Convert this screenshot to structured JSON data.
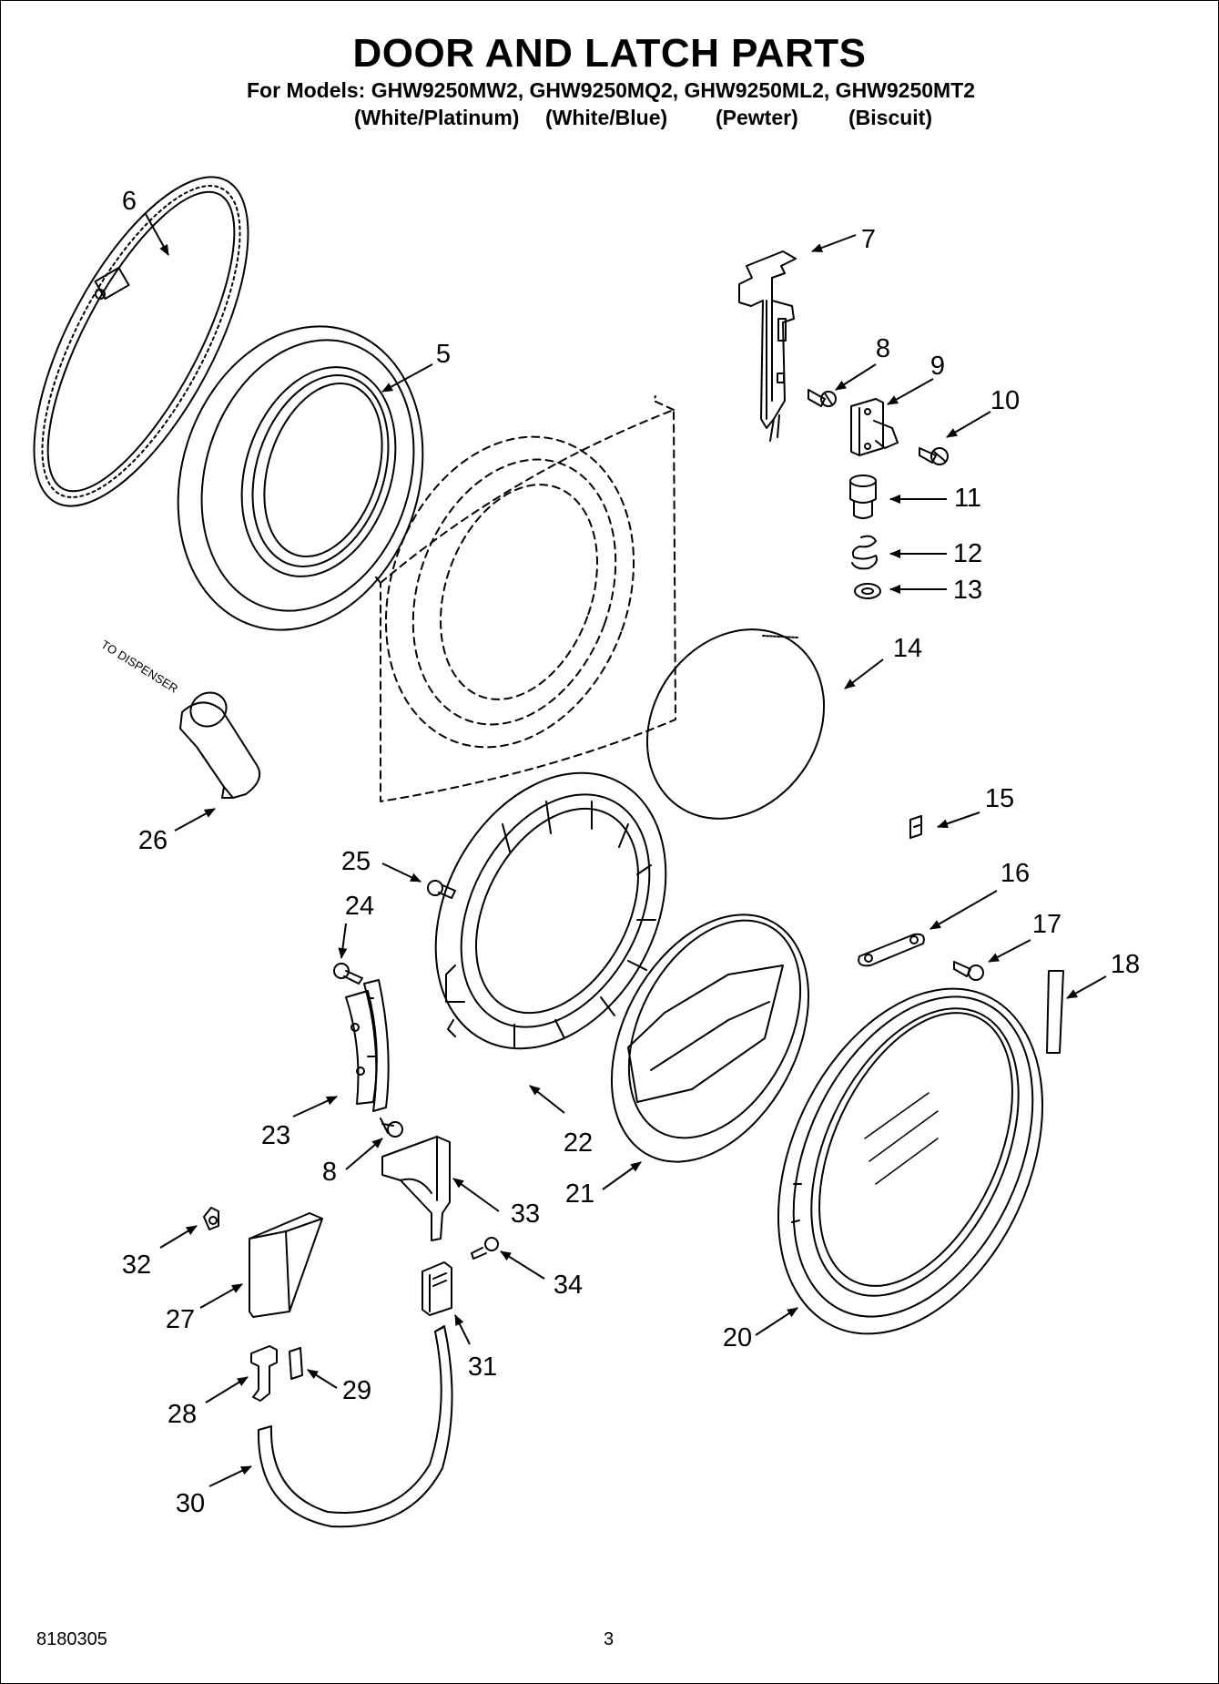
{
  "header": {
    "title": "DOOR AND LATCH PARTS",
    "models_line": "For Models: GHW9250MW2, GHW9250MQ2, GHW9250ML2, GHW9250MT2",
    "finishes": [
      "(White/Platinum)",
      "(White/Blue)",
      "(Pewter)",
      "(Biscuit)"
    ]
  },
  "diagram": {
    "dispenser_note": "TO DISPENSER",
    "callouts": [
      {
        "id": "6",
        "label": "6"
      },
      {
        "id": "5",
        "label": "5"
      },
      {
        "id": "7",
        "label": "7"
      },
      {
        "id": "8a",
        "label": "8"
      },
      {
        "id": "9",
        "label": "9"
      },
      {
        "id": "10",
        "label": "10"
      },
      {
        "id": "11",
        "label": "11"
      },
      {
        "id": "12",
        "label": "12"
      },
      {
        "id": "13",
        "label": "13"
      },
      {
        "id": "14",
        "label": "14"
      },
      {
        "id": "15",
        "label": "15"
      },
      {
        "id": "16",
        "label": "16"
      },
      {
        "id": "17",
        "label": "17"
      },
      {
        "id": "18",
        "label": "18"
      },
      {
        "id": "26",
        "label": "26"
      },
      {
        "id": "25",
        "label": "25"
      },
      {
        "id": "24",
        "label": "24"
      },
      {
        "id": "23",
        "label": "23"
      },
      {
        "id": "22",
        "label": "22"
      },
      {
        "id": "8b",
        "label": "8"
      },
      {
        "id": "33",
        "label": "33"
      },
      {
        "id": "21",
        "label": "21"
      },
      {
        "id": "32",
        "label": "32"
      },
      {
        "id": "34",
        "label": "34"
      },
      {
        "id": "27",
        "label": "27"
      },
      {
        "id": "20",
        "label": "20"
      },
      {
        "id": "31",
        "label": "31"
      },
      {
        "id": "28",
        "label": "28"
      },
      {
        "id": "29",
        "label": "29"
      },
      {
        "id": "30",
        "label": "30"
      }
    ]
  },
  "footer": {
    "doc_number": "8180305",
    "page_number": "3"
  }
}
